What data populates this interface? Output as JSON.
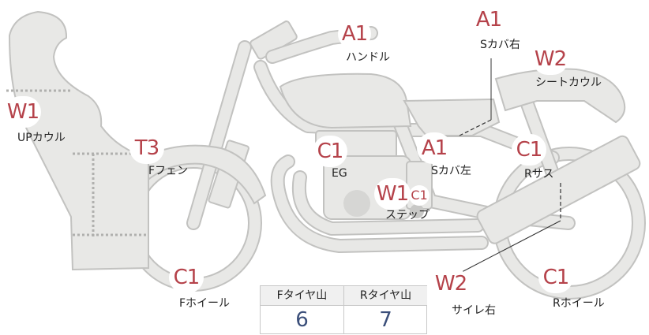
{
  "parts": {
    "handle": {
      "grade": "A1",
      "name": "ハンドル"
    },
    "s_cover_right": {
      "grade": "A1",
      "name": "Sカバ右"
    },
    "seat_cowl": {
      "grade": "W2",
      "name": "シートカウル"
    },
    "up_cowl": {
      "grade": "W1",
      "name": "UPカウル"
    },
    "f_fender": {
      "grade": "T3",
      "name": "Fフェン"
    },
    "engine": {
      "grade": "C1",
      "name": "EG"
    },
    "s_cover_left": {
      "grade": "A1",
      "name": "Sカバ左"
    },
    "r_suspension": {
      "grade": "C1",
      "name": "Rサス"
    },
    "step": {
      "grade": "W1",
      "grade_extra": "C1",
      "name": "ステップ"
    },
    "f_wheel": {
      "grade": "C1",
      "name": "Fホイール"
    },
    "silencer_right": {
      "grade": "W2",
      "name": "サイレ右"
    },
    "r_wheel": {
      "grade": "C1",
      "name": "Rホイール"
    }
  },
  "tread": {
    "front_label": "Fタイヤ山",
    "rear_label": "Rタイヤ山",
    "front_value": "6",
    "rear_value": "7"
  },
  "colors": {
    "grade_text": "#b5424a",
    "tread_value": "#3b4f7a",
    "part_fill": "#e8e8e6",
    "part_stroke": "#c2c2c0"
  }
}
